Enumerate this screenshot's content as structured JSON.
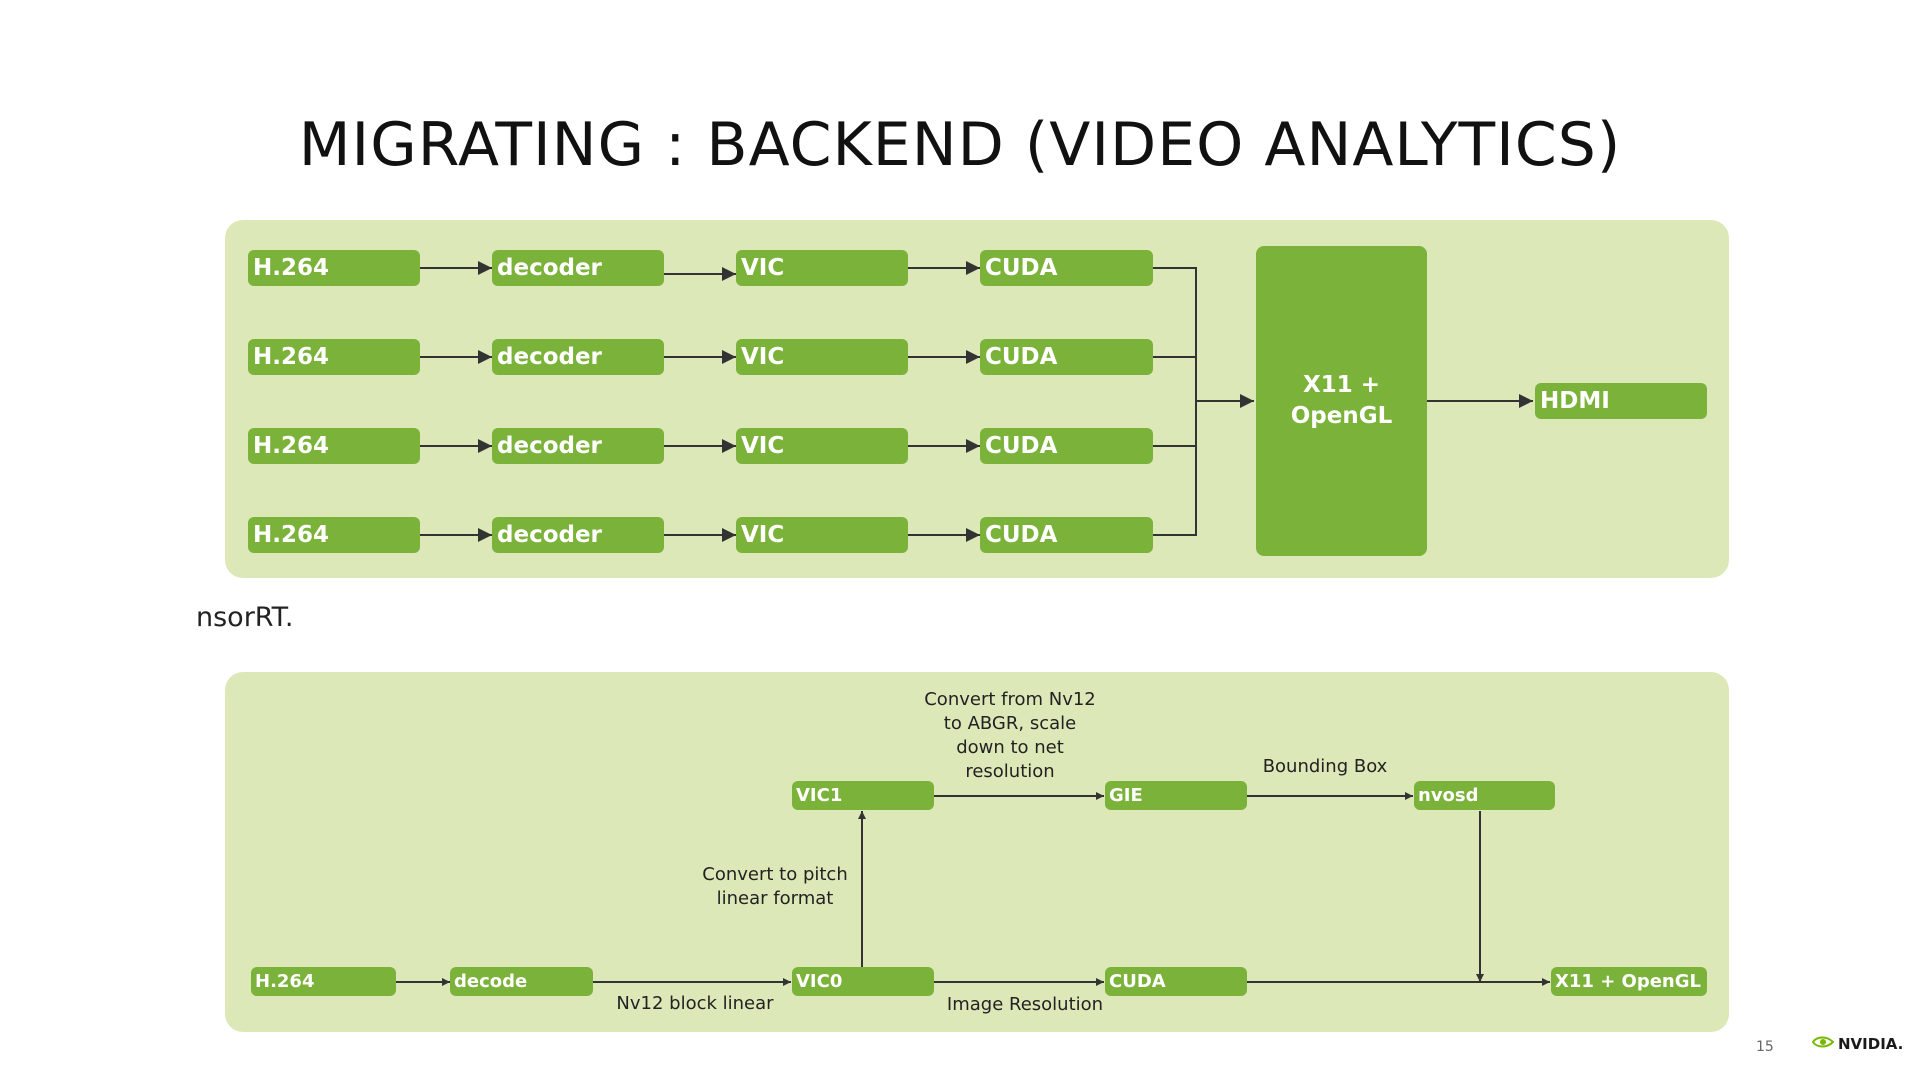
{
  "slide": {
    "title": "MIGRATING : BACKEND (VIDEO ANALYTICS)",
    "side_text": "nsorRT.",
    "page_number": "15",
    "logo_text": "NVIDIA."
  },
  "top_diagram": {
    "rows": [
      {
        "source": "H.264",
        "decoder": "decoder",
        "vic": "VIC",
        "cuda": "CUDA"
      },
      {
        "source": "H.264",
        "decoder": "decoder",
        "vic": "VIC",
        "cuda": "CUDA"
      },
      {
        "source": "H.264",
        "decoder": "decoder",
        "vic": "VIC",
        "cuda": "CUDA"
      },
      {
        "source": "H.264",
        "decoder": "decoder",
        "vic": "VIC",
        "cuda": "CUDA"
      }
    ],
    "compositor_line1": "X11 +",
    "compositor_line2": "OpenGL",
    "output": "HDMI"
  },
  "bottom_diagram": {
    "nodes": {
      "source": "H.264",
      "decode": "decode",
      "vic0": "VIC0",
      "vic1": "VIC1",
      "gie": "GIE",
      "nvosd": "nvosd",
      "cuda": "CUDA",
      "output": "X11 + OpenGL"
    },
    "labels": {
      "nv12_block_linear": "Nv12 block linear",
      "convert_pitch": [
        "Convert to pitch",
        "linear format"
      ],
      "convert_abgr": [
        "Convert from Nv12",
        "to ABGR, scale",
        "down to net",
        "resolution"
      ],
      "bounding_box": "Bounding Box",
      "image_resolution": "Image Resolution"
    }
  },
  "colors": {
    "panel": "#dde8b8",
    "node": "#7bb23a",
    "line": "#333333",
    "logo_green": "#76b900"
  }
}
